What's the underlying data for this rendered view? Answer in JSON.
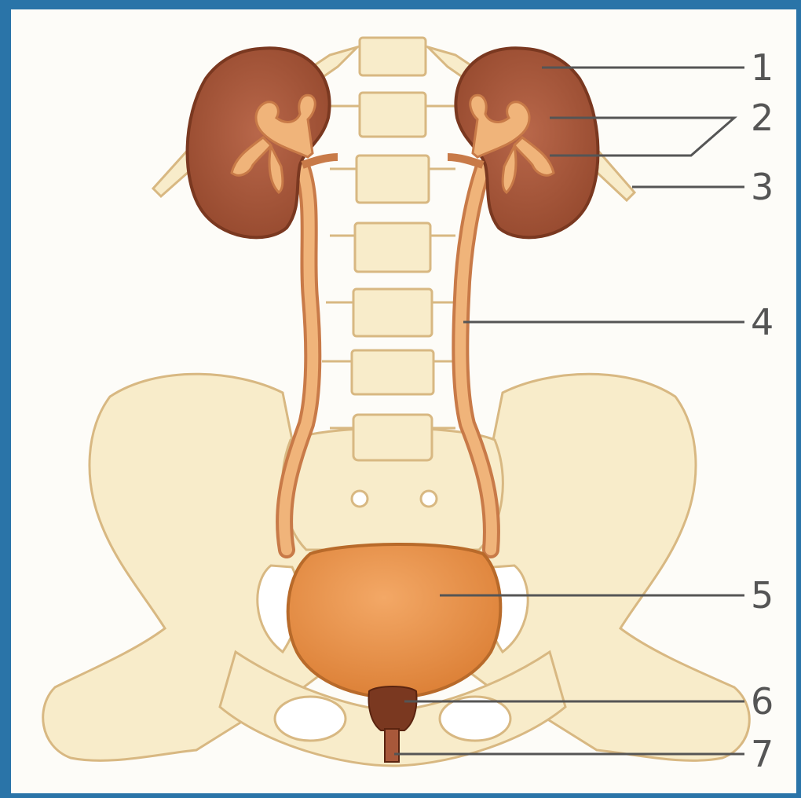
{
  "diagram": {
    "labels": [
      "1",
      "2",
      "3",
      "4",
      "5",
      "6",
      "7"
    ]
  },
  "colors": {
    "frame": "#2a74a8",
    "background": "#fdfcf8",
    "bone": "#f8ecca",
    "bone_outline": "#d8b882",
    "kidney": "#a8583a",
    "kidney_outline": "#7a3820",
    "ureter": "#f0b47a",
    "ureter_outline": "#c87a48",
    "bladder": "#e9924a",
    "leader_line": "#555555"
  }
}
